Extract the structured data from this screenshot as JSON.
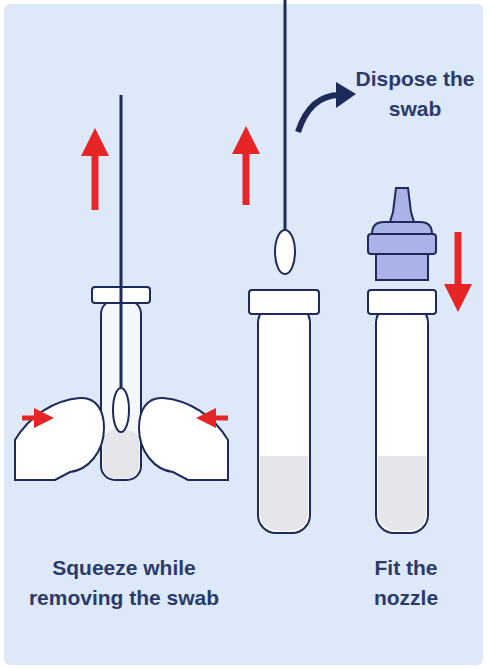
{
  "diagram": {
    "labels": [
      "Dispose the swab",
      "Squeeze while removing the swab",
      "Fit the nozzle"
    ]
  }
}
